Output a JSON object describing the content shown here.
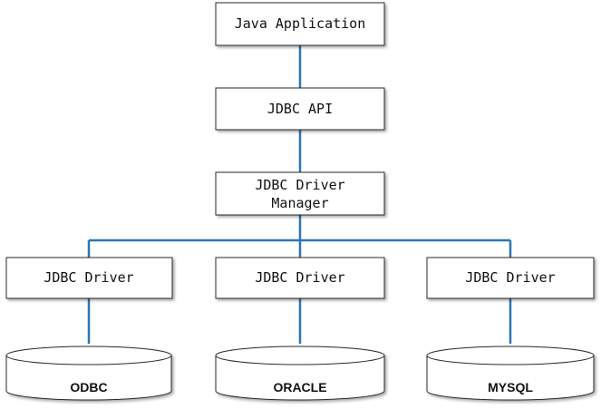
{
  "colors": {
    "connector": "#2e75b6",
    "box_stroke": "#2b2b2b",
    "box_fill": "#ffffff"
  },
  "nodes": {
    "java_application": "Java Application",
    "jdbc_api": "JDBC API",
    "driver_manager_line1": "JDBC Driver",
    "driver_manager_line2": "Manager",
    "driver_left": "JDBC Driver",
    "driver_center": "JDBC Driver",
    "driver_right": "JDBC Driver"
  },
  "databases": {
    "left": "ODBC",
    "center": "ORACLE",
    "right": "MYSQL"
  }
}
